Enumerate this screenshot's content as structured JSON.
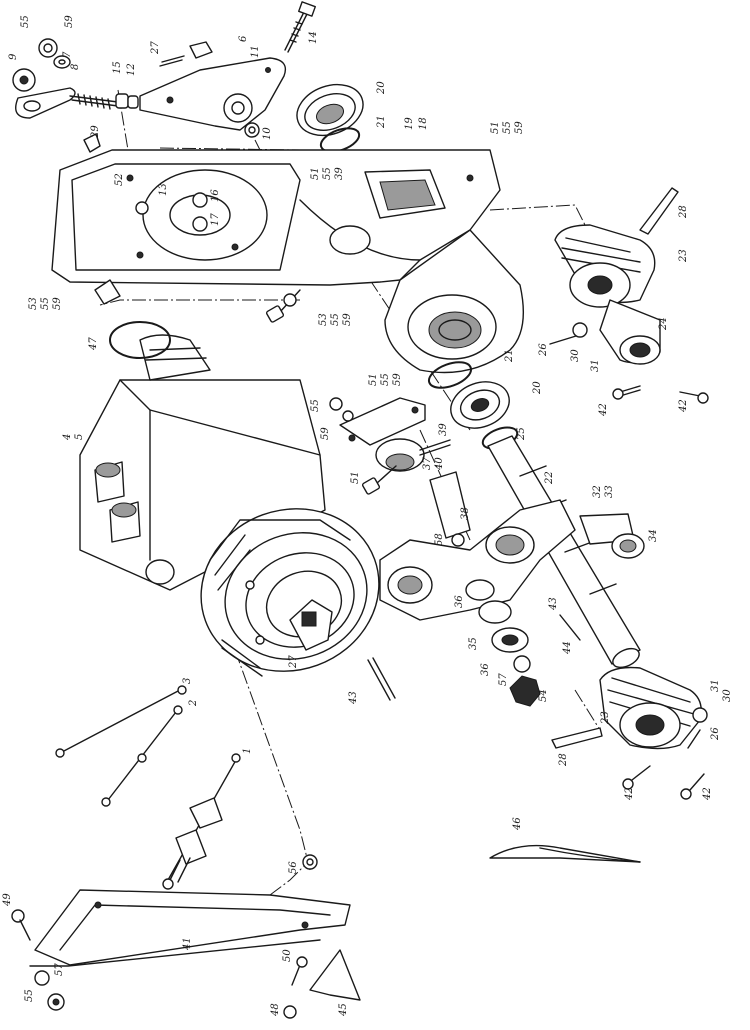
{
  "diagram": {
    "labels": [
      {
        "id": "l55a",
        "text": "55"
      },
      {
        "id": "l59a",
        "text": "59"
      },
      {
        "id": "l9",
        "text": "9"
      },
      {
        "id": "l7",
        "text": "7"
      },
      {
        "id": "l8",
        "text": "8"
      },
      {
        "id": "l15",
        "text": "15"
      },
      {
        "id": "l12",
        "text": "12"
      },
      {
        "id": "l27a",
        "text": "27"
      },
      {
        "id": "l6",
        "text": "6"
      },
      {
        "id": "l11",
        "text": "11"
      },
      {
        "id": "l14",
        "text": "14"
      },
      {
        "id": "l10",
        "text": "10"
      },
      {
        "id": "l20a",
        "text": "20"
      },
      {
        "id": "l21a",
        "text": "21"
      },
      {
        "id": "l29",
        "text": "29"
      },
      {
        "id": "l19",
        "text": "19"
      },
      {
        "id": "l18",
        "text": "18"
      },
      {
        "id": "l51a",
        "text": "51"
      },
      {
        "id": "l55b",
        "text": "55"
      },
      {
        "id": "l59b",
        "text": "59"
      },
      {
        "id": "l52",
        "text": "52"
      },
      {
        "id": "l13",
        "text": "13"
      },
      {
        "id": "l16",
        "text": "16"
      },
      {
        "id": "l17",
        "text": "17"
      },
      {
        "id": "l51b",
        "text": "51"
      },
      {
        "id": "l55c",
        "text": "55"
      },
      {
        "id": "l39a",
        "text": "39"
      },
      {
        "id": "l28a",
        "text": "28"
      },
      {
        "id": "l23a",
        "text": "23"
      },
      {
        "id": "l24",
        "text": "24"
      },
      {
        "id": "l53a",
        "text": "53"
      },
      {
        "id": "l55d",
        "text": "55"
      },
      {
        "id": "l59c",
        "text": "59"
      },
      {
        "id": "l53b",
        "text": "53"
      },
      {
        "id": "l55e",
        "text": "55"
      },
      {
        "id": "l59d",
        "text": "59"
      },
      {
        "id": "l47",
        "text": "47"
      },
      {
        "id": "l21b",
        "text": "21"
      },
      {
        "id": "l20b",
        "text": "20"
      },
      {
        "id": "l26a",
        "text": "26"
      },
      {
        "id": "l30a",
        "text": "30"
      },
      {
        "id": "l31a",
        "text": "31"
      },
      {
        "id": "l42a",
        "text": "42"
      },
      {
        "id": "l42b",
        "text": "42"
      },
      {
        "id": "l4",
        "text": "4"
      },
      {
        "id": "l5",
        "text": "5"
      },
      {
        "id": "l55f",
        "text": "55"
      },
      {
        "id": "l59e",
        "text": "59"
      },
      {
        "id": "l51c",
        "text": "51"
      },
      {
        "id": "l55g",
        "text": "55"
      },
      {
        "id": "l59f",
        "text": "59"
      },
      {
        "id": "l39b",
        "text": "39"
      },
      {
        "id": "l37",
        "text": "37"
      },
      {
        "id": "l40",
        "text": "40"
      },
      {
        "id": "l51d",
        "text": "51"
      },
      {
        "id": "l25",
        "text": "25"
      },
      {
        "id": "l22",
        "text": "22"
      },
      {
        "id": "l32",
        "text": "32"
      },
      {
        "id": "l33",
        "text": "33"
      },
      {
        "id": "l38a",
        "text": "38"
      },
      {
        "id": "l58",
        "text": "58"
      },
      {
        "id": "l34",
        "text": "34"
      },
      {
        "id": "l36a",
        "text": "36"
      },
      {
        "id": "l35",
        "text": "35"
      },
      {
        "id": "l36b",
        "text": "36"
      },
      {
        "id": "l43a",
        "text": "43"
      },
      {
        "id": "l44",
        "text": "44"
      },
      {
        "id": "l57a",
        "text": "57"
      },
      {
        "id": "l54",
        "text": "54"
      },
      {
        "id": "l27b",
        "text": "27"
      },
      {
        "id": "l43b",
        "text": "43"
      },
      {
        "id": "l3",
        "text": "3"
      },
      {
        "id": "l2",
        "text": "2"
      },
      {
        "id": "l1",
        "text": "1"
      },
      {
        "id": "l28b",
        "text": "28"
      },
      {
        "id": "l23b",
        "text": "23"
      },
      {
        "id": "l31b",
        "text": "31"
      },
      {
        "id": "l30b",
        "text": "30"
      },
      {
        "id": "l26b",
        "text": "26"
      },
      {
        "id": "l42c",
        "text": "42"
      },
      {
        "id": "l42d",
        "text": "42"
      },
      {
        "id": "l56",
        "text": "56"
      },
      {
        "id": "l46",
        "text": "46"
      },
      {
        "id": "l49",
        "text": "49"
      },
      {
        "id": "l41",
        "text": "41"
      },
      {
        "id": "l57b",
        "text": "57"
      },
      {
        "id": "l55h",
        "text": "55"
      },
      {
        "id": "l50",
        "text": "50"
      },
      {
        "id": "l48",
        "text": "48"
      },
      {
        "id": "l45",
        "text": "45"
      }
    ]
  }
}
